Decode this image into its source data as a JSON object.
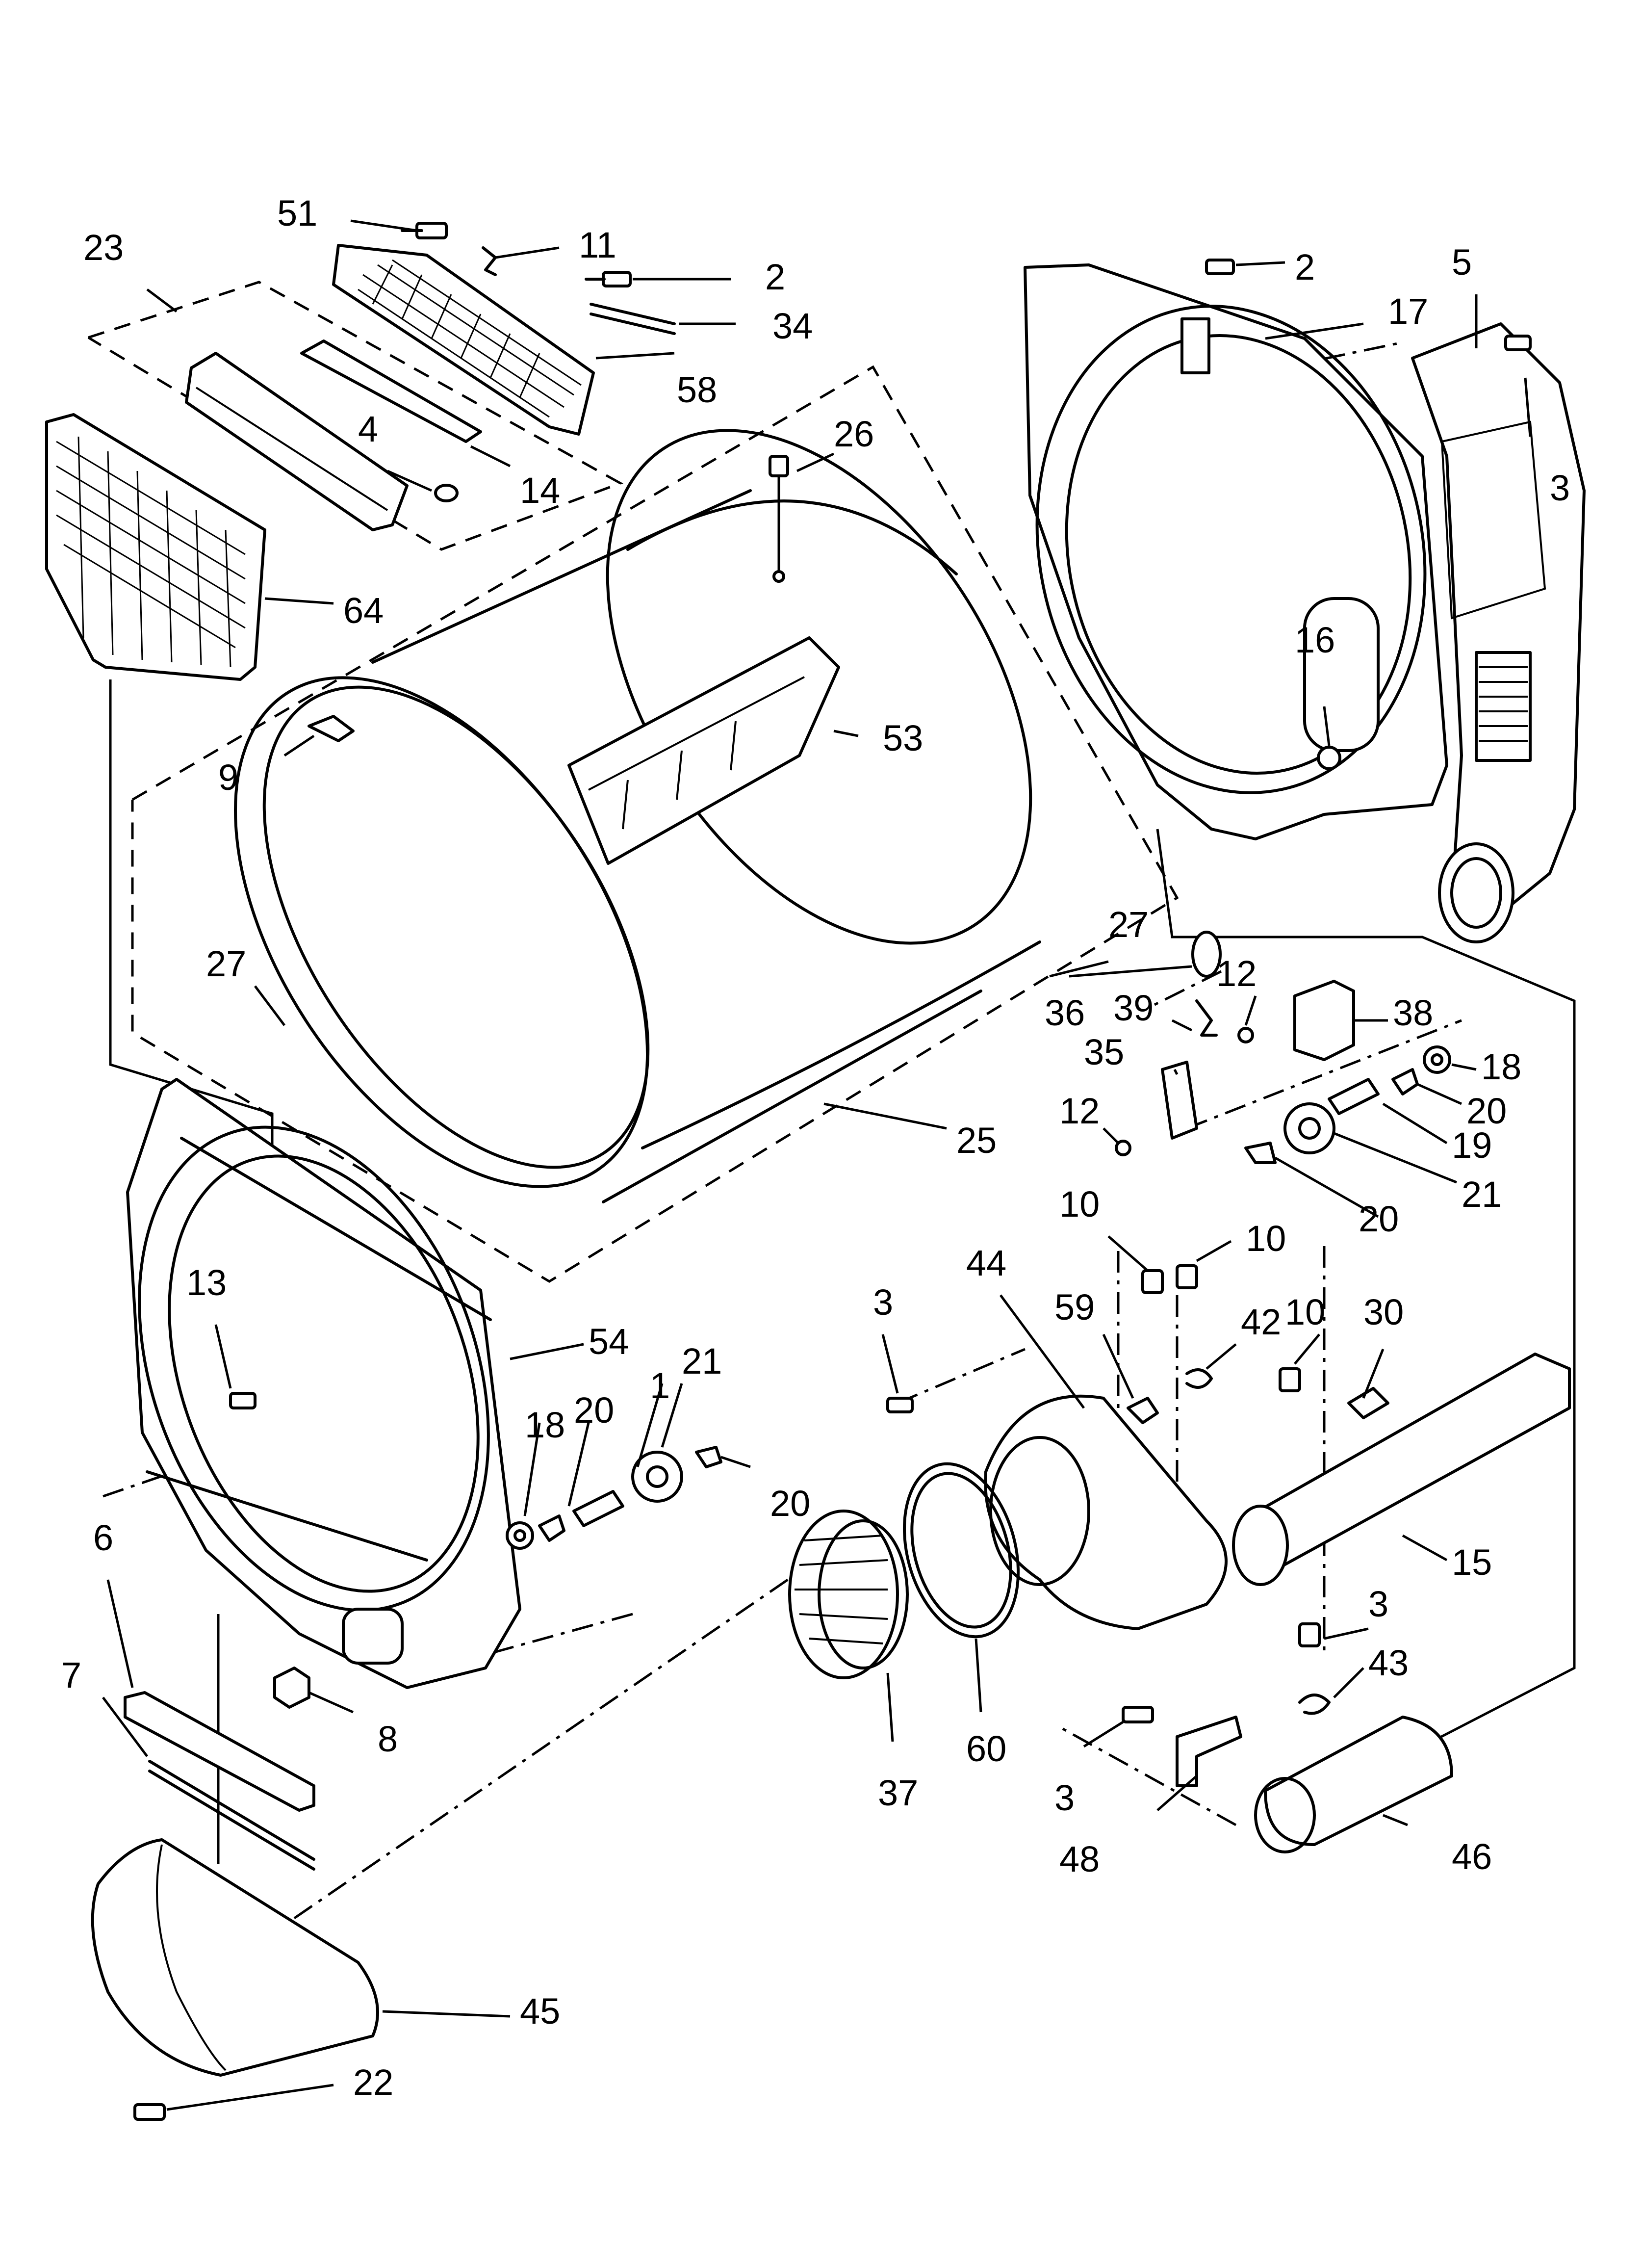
{
  "callouts": [
    {
      "id": "c51",
      "text": "51"
    },
    {
      "id": "c11",
      "text": "11"
    },
    {
      "id": "c2a",
      "text": "2"
    },
    {
      "id": "c23",
      "text": "23"
    },
    {
      "id": "c34",
      "text": "34"
    },
    {
      "id": "c58",
      "text": "58"
    },
    {
      "id": "c4",
      "text": "4"
    },
    {
      "id": "c14",
      "text": "14"
    },
    {
      "id": "c26",
      "text": "26"
    },
    {
      "id": "c64",
      "text": "64"
    },
    {
      "id": "c9",
      "text": "9"
    },
    {
      "id": "c53",
      "text": "53"
    },
    {
      "id": "c2b",
      "text": "2"
    },
    {
      "id": "c17",
      "text": "17"
    },
    {
      "id": "c5",
      "text": "5"
    },
    {
      "id": "c3a",
      "text": "3"
    },
    {
      "id": "c16",
      "text": "16"
    },
    {
      "id": "c27a",
      "text": "27"
    },
    {
      "id": "c27b",
      "text": "27"
    },
    {
      "id": "c36",
      "text": "36"
    },
    {
      "id": "c12a",
      "text": "12"
    },
    {
      "id": "c39",
      "text": "39"
    },
    {
      "id": "c38",
      "text": "38"
    },
    {
      "id": "c35",
      "text": "35"
    },
    {
      "id": "c18a",
      "text": "18"
    },
    {
      "id": "c12b",
      "text": "12"
    },
    {
      "id": "c20a",
      "text": "20"
    },
    {
      "id": "c19",
      "text": "19"
    },
    {
      "id": "c21a",
      "text": "21"
    },
    {
      "id": "c25",
      "text": "25"
    },
    {
      "id": "c20b",
      "text": "20"
    },
    {
      "id": "c10a",
      "text": "10"
    },
    {
      "id": "c10b",
      "text": "10"
    },
    {
      "id": "c13",
      "text": "13"
    },
    {
      "id": "c3b",
      "text": "3"
    },
    {
      "id": "c44",
      "text": "44"
    },
    {
      "id": "c59",
      "text": "59"
    },
    {
      "id": "c42",
      "text": "42"
    },
    {
      "id": "c10c",
      "text": "10"
    },
    {
      "id": "c30",
      "text": "30"
    },
    {
      "id": "c54",
      "text": "54"
    },
    {
      "id": "c21b",
      "text": "21"
    },
    {
      "id": "c1",
      "text": "1"
    },
    {
      "id": "c18b",
      "text": "18"
    },
    {
      "id": "c20c",
      "text": "20"
    },
    {
      "id": "c20d",
      "text": "20"
    },
    {
      "id": "c6",
      "text": "6"
    },
    {
      "id": "c15",
      "text": "15"
    },
    {
      "id": "c7",
      "text": "7"
    },
    {
      "id": "c3c",
      "text": "3"
    },
    {
      "id": "c43",
      "text": "43"
    },
    {
      "id": "c8",
      "text": "8"
    },
    {
      "id": "c37",
      "text": "37"
    },
    {
      "id": "c60",
      "text": "60"
    },
    {
      "id": "c3d",
      "text": "3"
    },
    {
      "id": "c48",
      "text": "48"
    },
    {
      "id": "c46",
      "text": "46"
    },
    {
      "id": "c45",
      "text": "45"
    },
    {
      "id": "c22",
      "text": "22"
    }
  ]
}
